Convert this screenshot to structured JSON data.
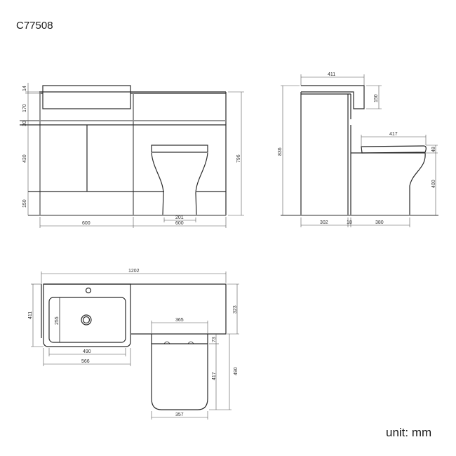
{
  "header": {
    "product_code": "C77508"
  },
  "footer": {
    "unit_label": "unit: mm"
  },
  "front_view": {
    "left_dims": [
      "14",
      "170",
      "30",
      "430",
      "150"
    ],
    "right_dim": "796",
    "bottom_dims": {
      "vanity_width": "600",
      "wc_unit_width": "600",
      "pan_base_width": "201"
    }
  },
  "side_view": {
    "top_width": "411",
    "basin_height": "150",
    "overall_height": "836",
    "seat_length": "417",
    "seat_thickness": "48",
    "pan_height": "400",
    "bottom_dims": {
      "cabinet_depth": "302",
      "panel_thickness": "18",
      "pan_projection": "380"
    }
  },
  "plan_view": {
    "overall_width": "1202",
    "basin_depth": "411",
    "bowl_depth": "255",
    "bowl_width": "490",
    "basin_width": "566",
    "wc_worktop_depth": "323",
    "cistern_width": "365",
    "seat_offset": "73",
    "seat_depth": "417",
    "pan_depth": "490",
    "pan_width": "357"
  }
}
